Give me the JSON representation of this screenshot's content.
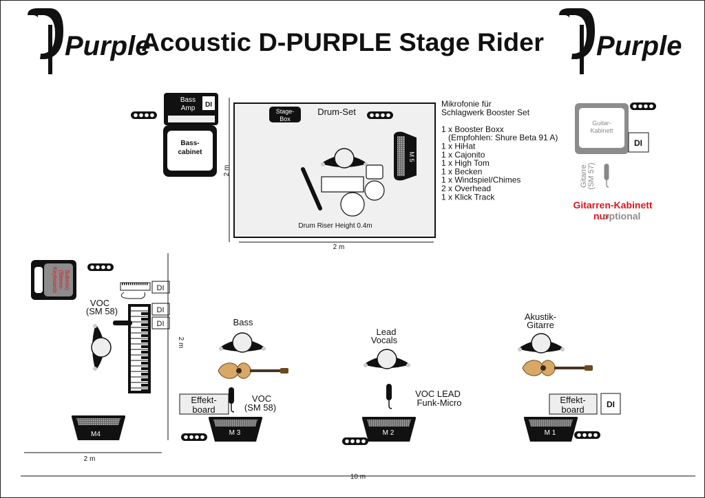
{
  "title": "Acoustic D-PURPLE Stage Rider",
  "logo_text": "Purple",
  "drum": {
    "label": "Drum-Set",
    "stage_box": [
      "Stage-",
      "Box"
    ],
    "riser": "Drum Riser Height 0.4m",
    "width": "2 m",
    "depth": "2 m"
  },
  "bass_rig": {
    "amp": [
      "Bass",
      "Amp"
    ],
    "cabinet": [
      "Bass-",
      "cabinet"
    ],
    "di": "DI"
  },
  "mic_list": [
    "Mikrofonie für",
    "Schlagwerk Booster Set",
    "",
    "1 x Booster Boxx",
    "   (Empfohlen: Shure Beta 91 A)",
    "1 x HiHat",
    "1 x Cajonito",
    "1 x High Tom",
    "1 x Becken",
    "1 x Windspiel/Chimes",
    "2 x Overhead",
    "1 x Klick Track"
  ],
  "guitar_cab": {
    "cabinet": [
      "Guitar-",
      "Kabinett"
    ],
    "di": "DI",
    "mic": [
      "Gitarre",
      "(SM 57)"
    ],
    "note_red": "Gitarren-Kabinett",
    "note_red2": "nur",
    "note_grey": "optional"
  },
  "keys": {
    "cabinet": [
      "Keyboards",
      "(Stereo-",
      "Submix)"
    ],
    "di": [
      "DI",
      "DI",
      "DI"
    ],
    "voc": [
      "VOC",
      "(SM 58)"
    ],
    "width": "2 m",
    "depth": "2 m"
  },
  "bass_pos": {
    "label": "Bass",
    "effekt": [
      "Effekt-",
      "board"
    ],
    "voc": [
      "VOC",
      "(SM 58)"
    ]
  },
  "lead_pos": {
    "label": [
      "Lead",
      "Vocals"
    ],
    "voc": [
      "VOC LEAD",
      "Funk-Micro"
    ]
  },
  "acoustic_pos": {
    "label": [
      "Akustik-",
      "Gitarre"
    ],
    "effekt": [
      "Effekt-",
      "board"
    ],
    "di": "DI"
  },
  "monitors": [
    "M4",
    "M 3",
    "M 2",
    "M 1",
    "M 5"
  ],
  "stage_width": "10 m",
  "colors": {
    "red": "#e0141c",
    "dark": "#111111",
    "grey": "#8c8c8c",
    "riser": "#f0f0f0"
  }
}
